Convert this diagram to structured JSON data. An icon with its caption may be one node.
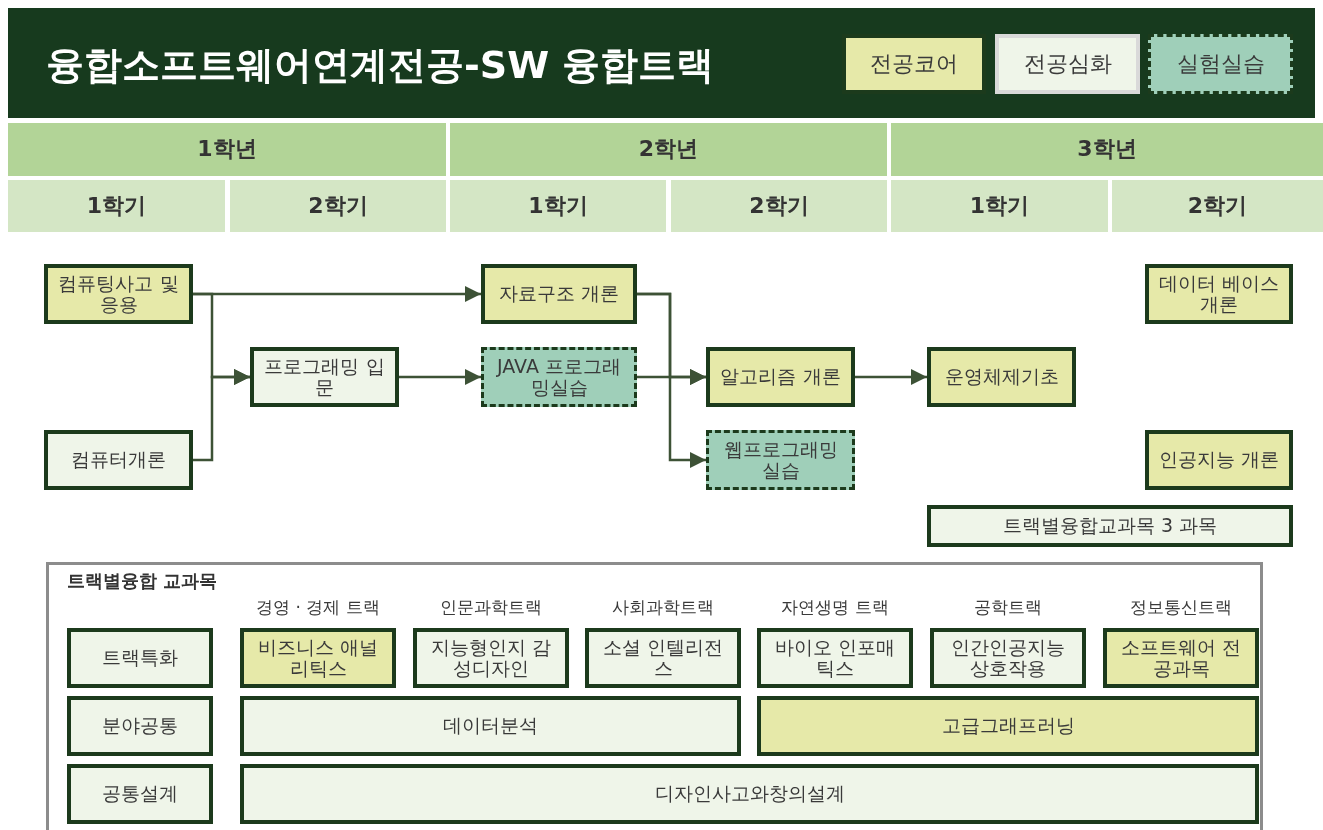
{
  "diagram": {
    "title": "융합소프트웨어연계전공-SW 융합트랙",
    "nodes": [
      {
        "text": [
          "1학년"
        ]
      },
      {
        "text": [
          "2학년"
        ]
      },
      {
        "text": [
          "3학년"
        ]
      },
      {
        "text": [
          "1학기"
        ]
      },
      {
        "text": [
          "2학기"
        ]
      },
      {
        "text": [
          "1학기"
        ]
      },
      {
        "text": [
          "2학기"
        ]
      },
      {
        "text": [
          "1학기"
        ]
      },
      {
        "text": [
          "2학기"
        ]
      },
      {
        "text": [
          "컴퓨팅사고 및응용"
        ]
      },
      {
        "text": [
          "자료구조 개론"
        ]
      },
      {
        "text": [
          "데이터 베이스개론"
        ]
      },
      {
        "text": [
          "프로그래밍 입문"
        ]
      },
      {
        "text": [
          "JAVA 프로그래밍실습"
        ]
      },
      {
        "text": [
          "알고리즘 개론"
        ]
      },
      {
        "text": [
          "운영체제기초"
        ]
      },
      {
        "text": [
          "컴퓨터개론"
        ]
      },
      {
        "text": [
          "웹프로그래밍 실습"
        ]
      },
      {
        "text": [
          "인공지능 개론"
        ]
      },
      {
        "text": [
          "트랙별융합교과목 3 과목"
        ]
      },
      {
        "text": [
          "트랙별융합 교과목"
        ]
      },
      {
        "text": [
          "트랙특화"
        ],
        "in": 20
      },
      {
        "text": [
          "비즈니스 애널리틱스"
        ],
        "in": 20
      },
      {
        "text": [
          "지능형인지 감성디자인"
        ],
        "in": 20
      },
      {
        "text": [
          "소셜 인텔리전스"
        ],
        "in": 20
      },
      {
        "text": [
          "바이오 인포매틱스"
        ],
        "in": 20
      },
      {
        "text": [
          "인간인공지능 상호작용"
        ],
        "in": 20
      },
      {
        "text": [
          "소프트웨어 전공과목"
        ],
        "in": 20
      },
      {
        "text": [
          "분야공통"
        ],
        "in": 20
      },
      {
        "text": [
          "데이터분석"
        ],
        "in": 20
      },
      {
        "text": [
          "고급그래프러닝"
        ],
        "in": 20
      },
      {
        "text": [
          "공통설계"
        ],
        "in": 20
      },
      {
        "text": [
          "디자인사고와창의설계"
        ],
        "in": 20
      }
    ],
    "edges": [
      {
        "from": 9,
        "to": 10,
        "arrow": "to"
      },
      {
        "from": 9,
        "to": 12,
        "arrow": "to"
      },
      {
        "from": 16,
        "to": 12,
        "arrow": "to"
      },
      {
        "from": 12,
        "to": 13,
        "arrow": "to"
      },
      {
        "from": 10,
        "to": 14,
        "arrow": "to"
      },
      {
        "from": 10,
        "to": 17,
        "arrow": "to"
      },
      {
        "from": 13,
        "to": 14,
        "arrow": "to"
      },
      {
        "from": 14,
        "to": 15,
        "arrow": "to"
      }
    ],
    "labels": [
      "경영 · 경제 트랙",
      "인문과학트랙",
      "사회과학트랙",
      "자연생명 트랙",
      "공학트랙",
      "정보통신트랙"
    ],
    "legend": [
      {
        "text": "전공코어",
        "color": "#e6e9a9"
      },
      {
        "text": "전공심화",
        "color": "#eff5e9"
      },
      {
        "text": "실험실습",
        "color": "#9fcfb9"
      }
    ]
  }
}
